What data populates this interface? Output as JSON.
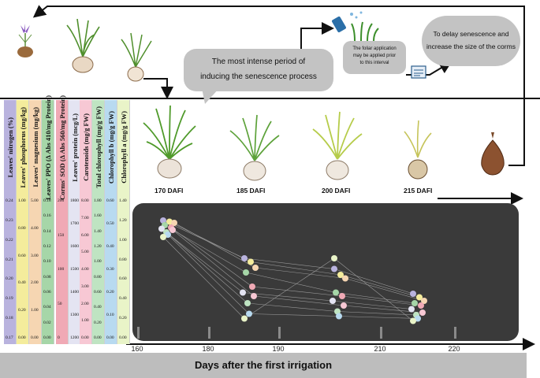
{
  "callouts": {
    "senescence_line1": "The most intense period of",
    "senescence_line2": "inducing the senescence process",
    "foliar_line1": "The foliar application",
    "foliar_line2": "may be applied prior",
    "foliar_line3": "to this interval",
    "goal_line1": "To delay senescence and",
    "goal_line2": "increase the size of the corms"
  },
  "stages": [
    "170 DAFI",
    "185 DAFI",
    "200 DAFI",
    "215 DAFI"
  ],
  "columns": [
    {
      "label": "Leaves' nitrogen (%)",
      "color": "#b9b3de",
      "ticks": [
        "0.24",
        "0.23",
        "0.22",
        "0.21",
        "0.20",
        "0.19",
        "0.18",
        "0.17"
      ]
    },
    {
      "label": "Leaves' phosphorus (mg/kg)",
      "color": "#f4ec9c",
      "ticks": [
        "1.00",
        "0.80",
        "0.60",
        "0.40",
        "0.20",
        "0.00"
      ]
    },
    {
      "label": "Leaves' magnesium (mg/kg)",
      "color": "#f6d6b2",
      "ticks": [
        "5.00",
        "4.00",
        "3.00",
        "2.00",
        "1.00",
        "0.00"
      ]
    },
    {
      "label": "Leaves' PPO (∆ Abs 410/mg Protein)",
      "color": "#a6d6a8",
      "ticks": [
        "0.18",
        "0.16",
        "0.14",
        "0.12",
        "0.10",
        "0.08",
        "0.06",
        "0.04",
        "0.02",
        "0.00"
      ]
    },
    {
      "label": "Corms' SOD (∆ Abs 560/mg Protein)",
      "color": "#f0a9b5",
      "ticks": [
        "200",
        "150",
        "100",
        "50",
        "0"
      ]
    },
    {
      "label": "Leaves' protein (mcg/L)",
      "color": "#e4e4f2",
      "ticks": [
        "1800",
        "1700",
        "1600",
        "1500",
        "1400",
        "1300",
        "1200"
      ]
    },
    {
      "label": "Carotenoids (mg/g FW)",
      "color": "#f7c8d4",
      "ticks": [
        "8.00",
        "7.00",
        "6.00",
        "5.00",
        "4.00",
        "3.00",
        "2.00",
        "1.00",
        "0.00"
      ]
    },
    {
      "label": "Total chlorophyll (mg/g FW)",
      "color": "#bfe4c2",
      "ticks": [
        "1.80",
        "1.60",
        "1.40",
        "1.20",
        "1.00",
        "0.80",
        "0.60",
        "0.40",
        "0.20",
        "0.00"
      ]
    },
    {
      "label": "Chlorophyll b (mg/g FW)",
      "color": "#b8daf0",
      "ticks": [
        "0.60",
        "0.50",
        "0.40",
        "0.30",
        "0.20",
        "0.10",
        "0.00"
      ]
    },
    {
      "label": "Chlorophyll a (mg/g FW)",
      "color": "#e9f4c8",
      "ticks": [
        "1.40",
        "1.20",
        "1.00",
        "0.80",
        "0.60",
        "0.40",
        "0.20",
        "0.00"
      ]
    }
  ],
  "chart_data": {
    "type": "scatter",
    "xlabel": "Days after the first irrigation",
    "xticks": [
      160,
      180,
      190,
      210,
      220
    ],
    "groups": [
      {
        "day": 170,
        "points": [
          0.92,
          0.91,
          0.9,
          0.88,
          0.86,
          0.85,
          0.84,
          0.82,
          0.8,
          0.78
        ]
      },
      {
        "day": 185,
        "points": [
          0.6,
          0.57,
          0.52,
          0.48,
          0.36,
          0.31,
          0.28,
          0.22,
          0.13,
          0.09
        ]
      },
      {
        "day": 200,
        "points": [
          0.51,
          0.46,
          0.43,
          0.31,
          0.28,
          0.24,
          0.2,
          0.15,
          0.11,
          0.6
        ]
      },
      {
        "day": 215,
        "points": [
          0.3,
          0.27,
          0.24,
          0.22,
          0.2,
          0.17,
          0.14,
          0.12,
          0.09,
          0.07
        ]
      }
    ],
    "series_colors": [
      "#b9b3de",
      "#f4ec9c",
      "#f6d6b2",
      "#a6d6a8",
      "#f0a9b5",
      "#e4e4f2",
      "#f7c8d4",
      "#bfe4c2",
      "#b8daf0",
      "#e9f4c8"
    ]
  }
}
